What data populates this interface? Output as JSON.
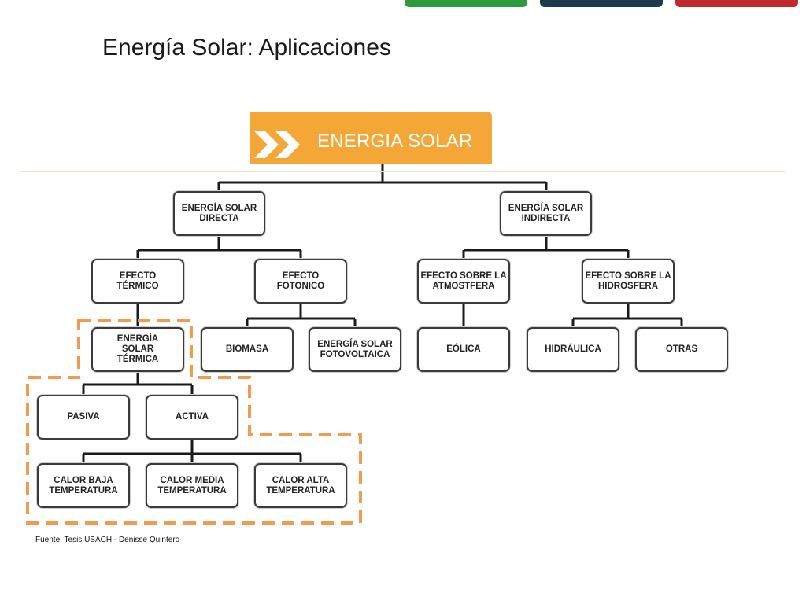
{
  "slide": {
    "title": "Energía Solar: Aplicaciones",
    "source": "Fuente: Tesis USACH - Denisse Quintero",
    "top_bar_colors": [
      "#2e9a3e",
      "#1f3a4d",
      "#c0282c"
    ]
  },
  "diagram": {
    "root": "ENERGIA SOLAR",
    "root_color": "#f4a637",
    "highlight_color": "#f29b50",
    "nodes": {
      "directa": "ENERGÍA SOLAR DIRECTA",
      "indirecta": "ENERGÍA SOLAR INDIRECTA",
      "termico": "EFECTO TÉRMICO",
      "fotonico": "EFECTO FOTONICO",
      "atmosfera": "EFECTO SOBRE LA ATMOSTFERA",
      "hidrosfera": "EFECTO SOBRE LA HIDROSFERA",
      "solar_termica": "ENERGÍA SOLAR TÉRMICA",
      "biomasa": "BIOMASA",
      "fotovoltaica": "ENERGÍA SOLAR FOTOVOLTAICA",
      "eolica": "EÓLICA",
      "hidraulica": "HIDRÁULICA",
      "otras": "OTRAS",
      "pasiva": "PASIVA",
      "activa": "ACTIVA",
      "calor_baja": "CALOR BAJA TEMPERATURA",
      "calor_media": "CALOR MEDIA TEMPERATURA",
      "calor_alta": "CALOR ALTA TEMPERATURA"
    }
  }
}
